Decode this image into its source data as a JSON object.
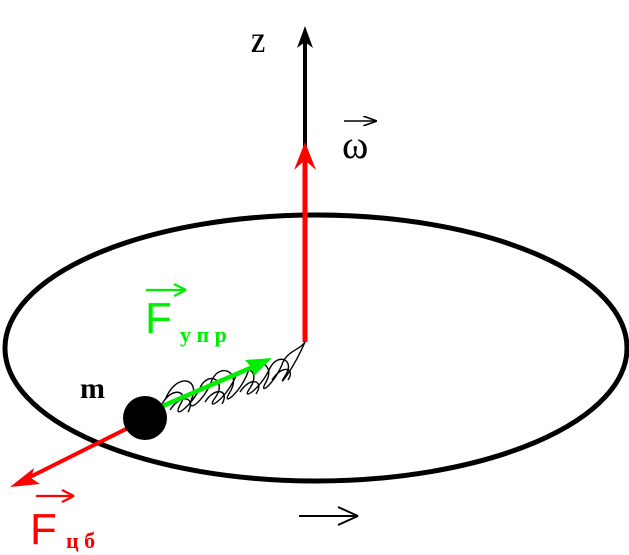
{
  "labels": {
    "z_axis": "Z",
    "omega": "ω",
    "mass": "m",
    "f_elastic_main": "F",
    "f_elastic_sub": "у п р",
    "f_centrifugal_main": "F",
    "f_centrifugal_sub": "ц б"
  },
  "colors": {
    "axis": "#000000",
    "omega_vector": "#ff0000",
    "elastic_force": "#00ee00",
    "centrifugal_force": "#ff0000",
    "orbit": "#000000",
    "mass": "#000000",
    "spring": "#000000"
  }
}
